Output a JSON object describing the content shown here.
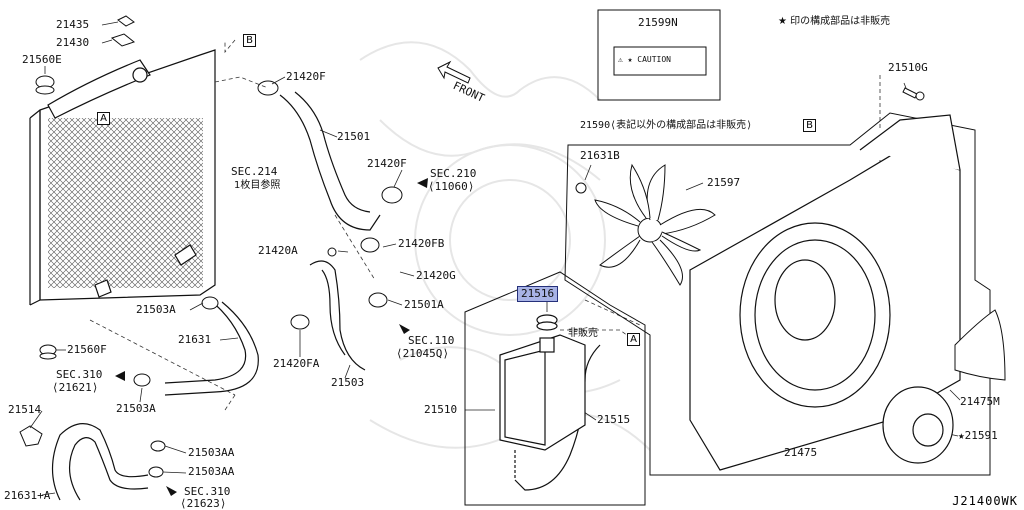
{
  "note": "★ 印の構成部品は非販売",
  "diagram_code": "J21400WK",
  "front_label": "FRONT",
  "ref_tags": {
    "a": "A",
    "b": "B"
  },
  "caution_sticker": {
    "part": "21599N",
    "text": "⚠ ★ CAUTION"
  },
  "labels": {
    "p21435": "21435",
    "p21430": "21430",
    "p21560E": "21560E",
    "p21420F_top": "21420F",
    "p21501": "21501",
    "sec214": "SEC.214",
    "sec214_sub": "1枚目参照",
    "p21420F_mid": "21420F",
    "sec210": "SEC.210",
    "sec210_sub": "⟨11060⟩",
    "p21420A": "21420A",
    "p21420FB": "21420FB",
    "p21420G": "21420G",
    "p21501A": "21501A",
    "sec110": "SEC.110",
    "sec110_sub": "⟨21045Q⟩",
    "p21503A_top": "21503A",
    "p21631": "21631",
    "p21420FA": "21420FA",
    "p21503": "21503",
    "p21560F": "21560F",
    "sec310a": "SEC.310",
    "sec310a_sub": "⟨21621⟩",
    "p21503A_bot": "21503A",
    "p21514": "21514",
    "p21503AA_1": "21503AA",
    "p21503AA_2": "21503AA",
    "p21631A": "21631+A",
    "sec310b": "SEC.310",
    "sec310b_sub": "⟨21623⟩",
    "p21516": "21516",
    "hihanbai": "非販売",
    "p21510": "21510",
    "p21515": "21515",
    "p21510G": "21510G",
    "p21590": "21590⟨表記以外の構成部品は非販売⟩",
    "p21631B": "21631B",
    "p21597": "21597",
    "p21475M": "21475M",
    "p21475": "21475",
    "p21591": "★21591"
  }
}
